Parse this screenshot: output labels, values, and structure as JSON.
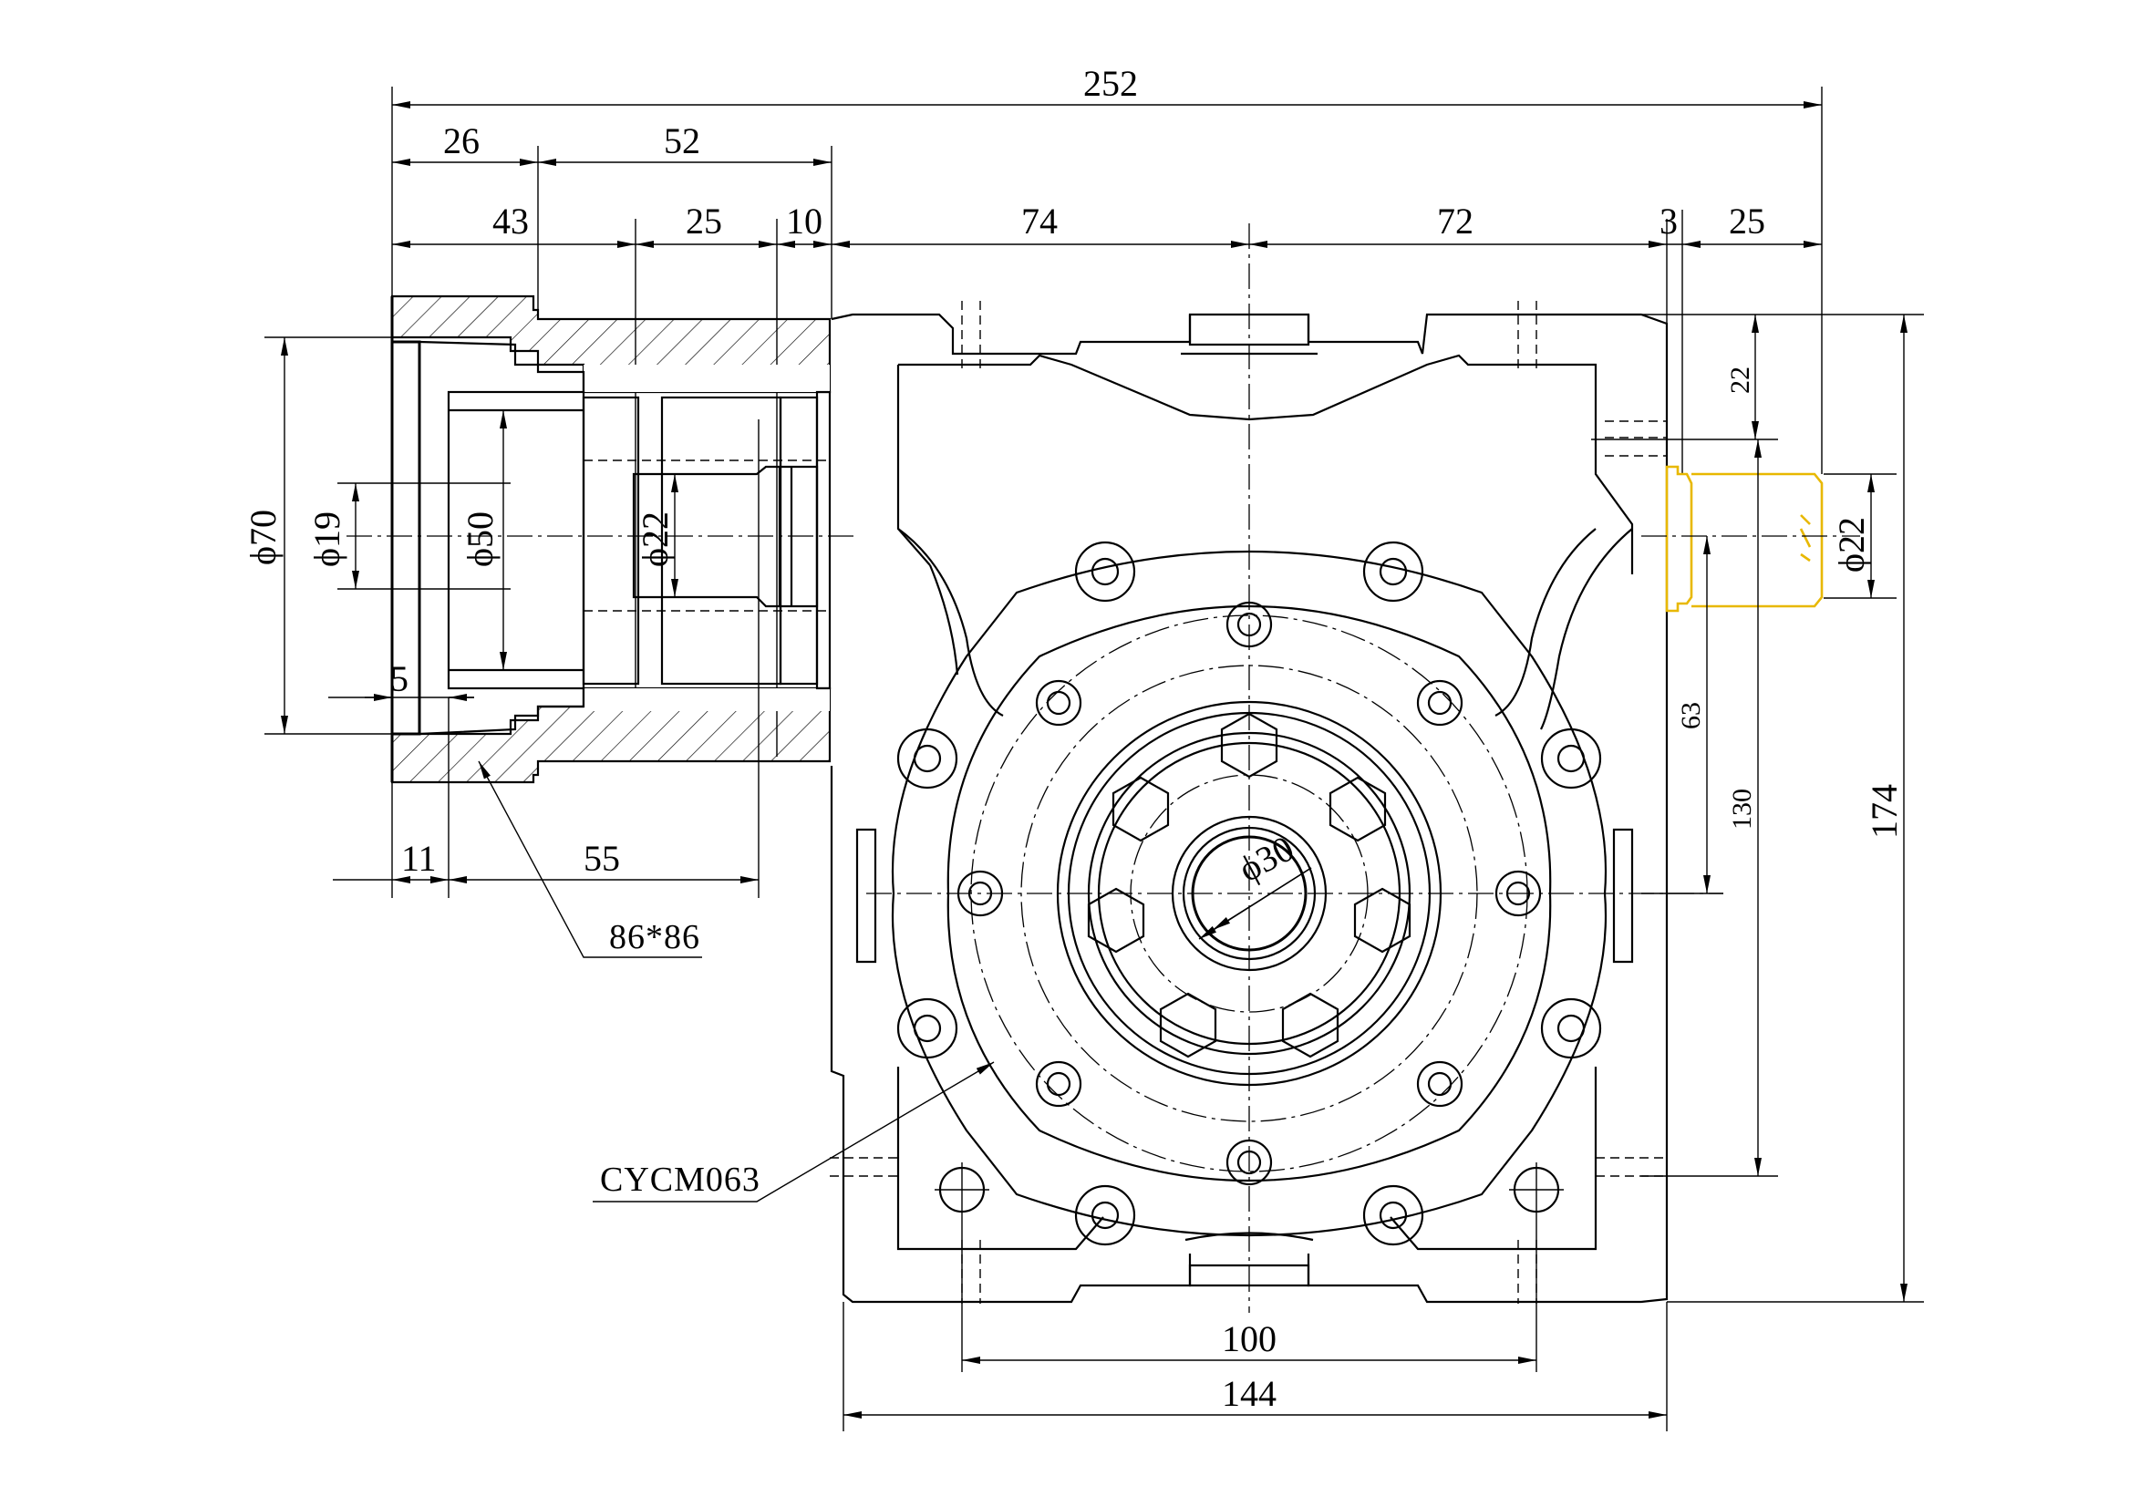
{
  "dimensions": {
    "overall_length": "252",
    "d26": "26",
    "d52": "52",
    "d43": "43",
    "d25_top": "25",
    "d10": "10",
    "d74": "74",
    "d72": "72",
    "d3": "3",
    "d25_right": "25",
    "d22_vert": "22",
    "phi22_right": "ϕ22",
    "d63": "63",
    "d130": "130",
    "d174": "174",
    "phi70": "ϕ70",
    "phi19": "ϕ19",
    "phi50": "ϕ50",
    "phi22_left": "ϕ22",
    "d5": "5",
    "d11": "11",
    "d55": "55",
    "phi30": "ϕ30",
    "d100": "100",
    "d144": "144"
  },
  "labels": {
    "flange_size": "86*86",
    "model": "CYCM063"
  },
  "colors": {
    "line": "#000000",
    "highlight": "#e8b800",
    "background": "#ffffff"
  }
}
